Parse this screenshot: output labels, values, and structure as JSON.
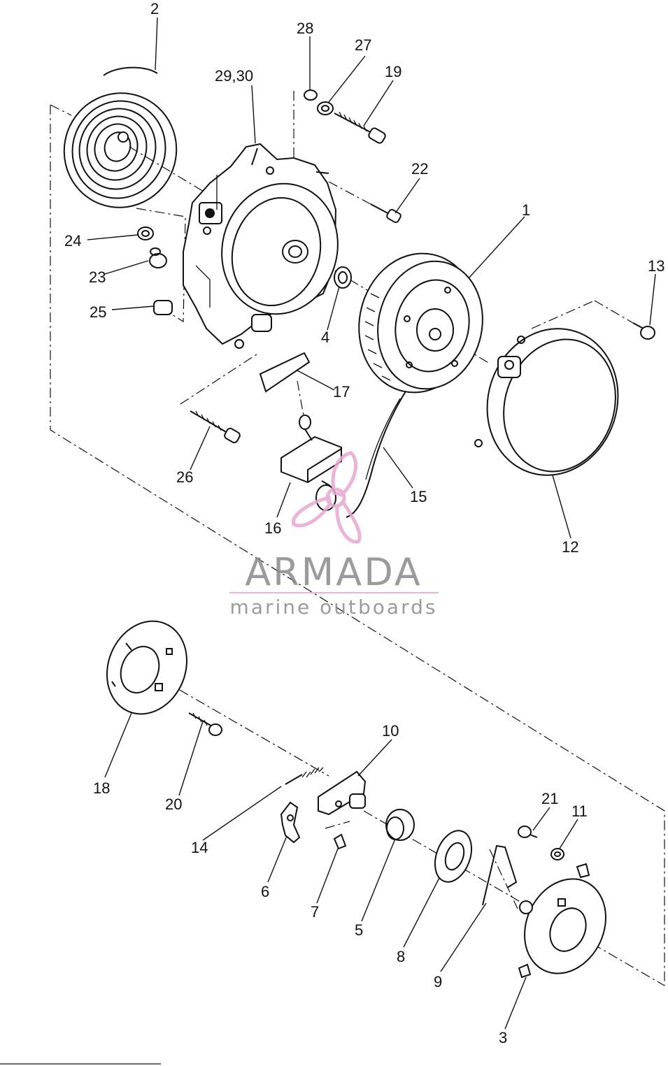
{
  "callouts": [
    "2",
    "28",
    "27",
    "19",
    "29,30",
    "22",
    "1",
    "13",
    "24",
    "23",
    "4",
    "25",
    "17",
    "15",
    "26",
    "16",
    "12",
    "10",
    "18",
    "20",
    "21",
    "11",
    "14",
    "6",
    "7",
    "5",
    "8",
    "9",
    "3"
  ],
  "watermark": {
    "brand": "ARMADA",
    "tagline": "marine outboards",
    "brand_color": "#8a8a8a",
    "accent_color": "#e8a8d0"
  },
  "icons": [
    "propeller-logo-icon"
  ]
}
